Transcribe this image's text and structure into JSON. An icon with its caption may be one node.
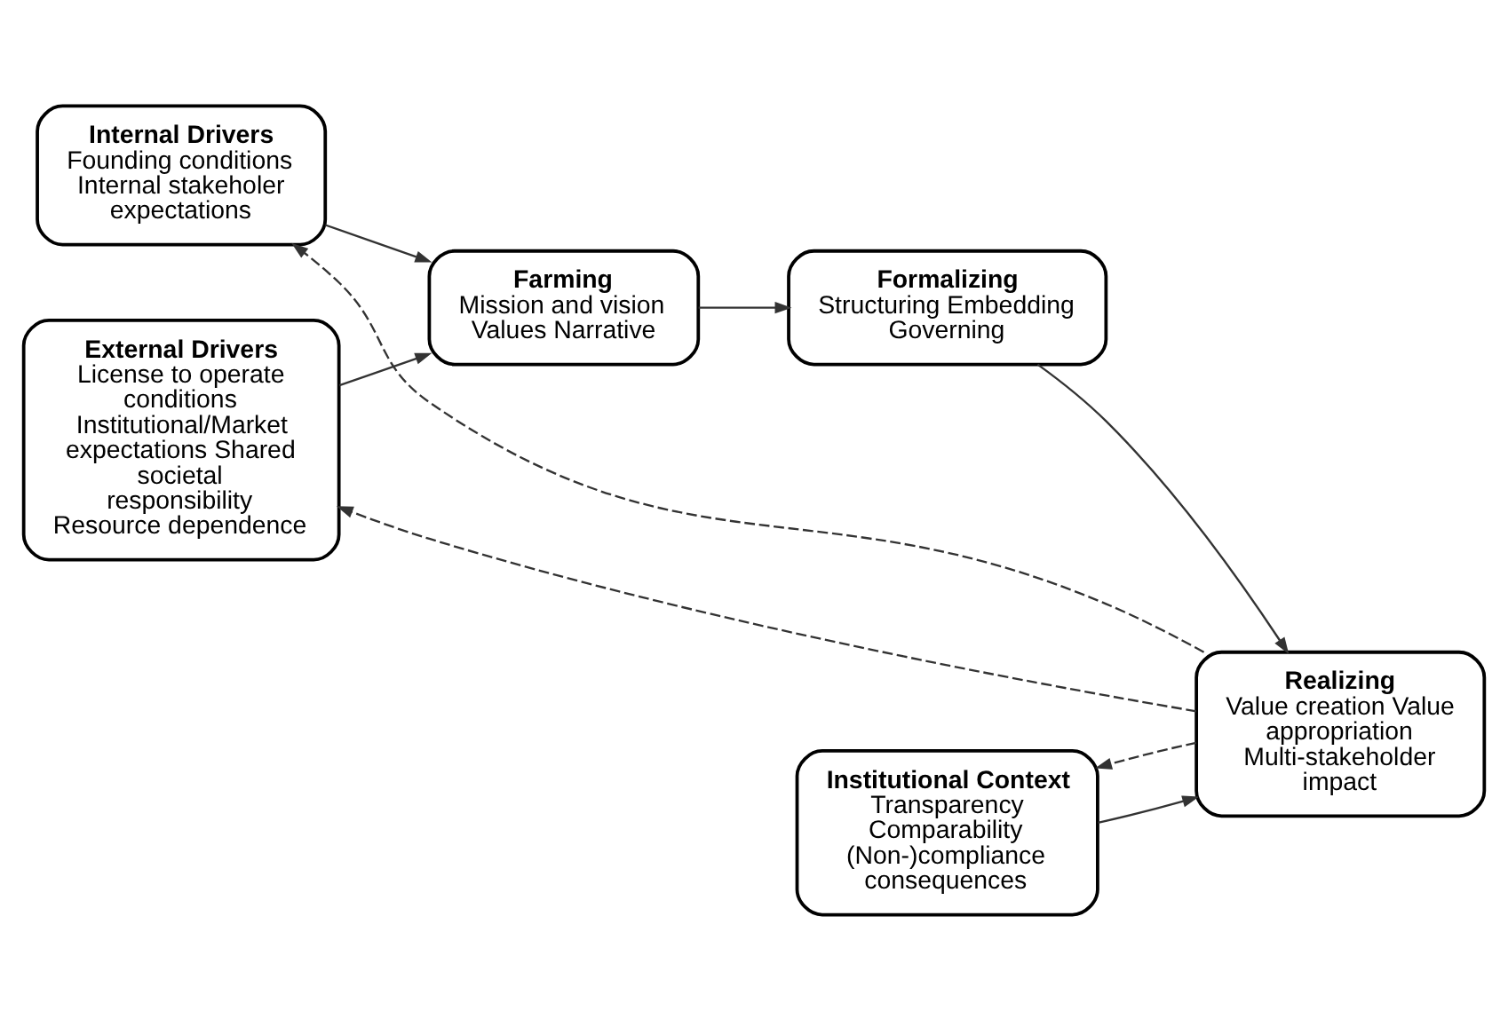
{
  "diagram": {
    "nodes": [
      {
        "text": [
          "Internal Drivers",
          "Founding conditions Internal stakeholer expectations"
        ]
      },
      {
        "text": [
          "External Drivers",
          "License to operate conditions Institutional/Market expectations Shared societal responsibility Resource dependence"
        ]
      },
      {
        "text": [
          "Farming",
          "Mission and vision Values Narrative"
        ]
      },
      {
        "text": [
          "Formalizing",
          "Structuring Embedding Governing"
        ]
      },
      {
        "text": [
          "Realizing",
          "Value creation Value appropriation Multi-stakeholder impact"
        ]
      },
      {
        "text": [
          "Institutional Context",
          "Transparency Comparability (Non-)compliance consequences"
        ]
      }
    ],
    "edges": [
      {
        "from": 0,
        "to": 2,
        "arrow": "to"
      },
      {
        "from": 1,
        "to": 2,
        "arrow": "to"
      },
      {
        "from": 2,
        "to": 3,
        "arrow": "to"
      },
      {
        "from": 3,
        "to": 4,
        "arrow": "to"
      },
      {
        "from": 5,
        "to": 4,
        "arrow": "to"
      },
      {
        "from": 4,
        "to": 0,
        "arrow": "to",
        "style": "dashed"
      },
      {
        "from": 4,
        "to": 5,
        "arrow": "to",
        "style": "dashed"
      },
      {
        "from": 4,
        "to": 1,
        "arrow": "to",
        "style": "dashed"
      }
    ]
  }
}
